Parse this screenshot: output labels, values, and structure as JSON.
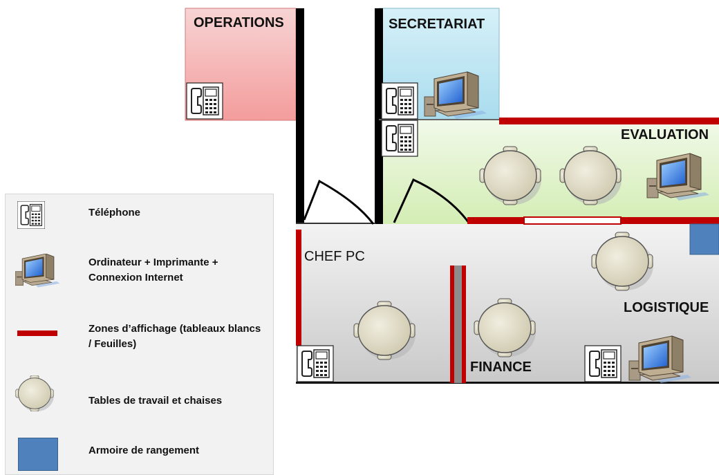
{
  "rooms": {
    "operations": "OPERATIONS",
    "secretariat": "SECRETARIAT",
    "evaluation": "EVALUATION",
    "chef_pc": "CHEF PC",
    "finance": "FINANCE",
    "logistique": "LOGISTIQUE"
  },
  "legend": {
    "telephone": "Téléphone",
    "computer": "Ordinateur + Imprimante + Connexion Internet",
    "display": "Zones d’affichage (tableaux blancs / Feuilles)",
    "tables": "Tables de travail et chaises",
    "cabinet": "Armoire de rangement"
  },
  "colors": {
    "operations_fill": "#f4a9aa",
    "secretariat_fill": "#bfe6f4",
    "evaluation_fill": "#e2f2cf",
    "main_fill": "#dcdcdc",
    "wall": "#000000",
    "display_zone": "#c00000",
    "cabinet": "#4f81bd",
    "table": "#ddd9c3"
  },
  "icons": [
    "telephone-icon",
    "computer-icon",
    "table-icon",
    "cabinet-icon"
  ]
}
